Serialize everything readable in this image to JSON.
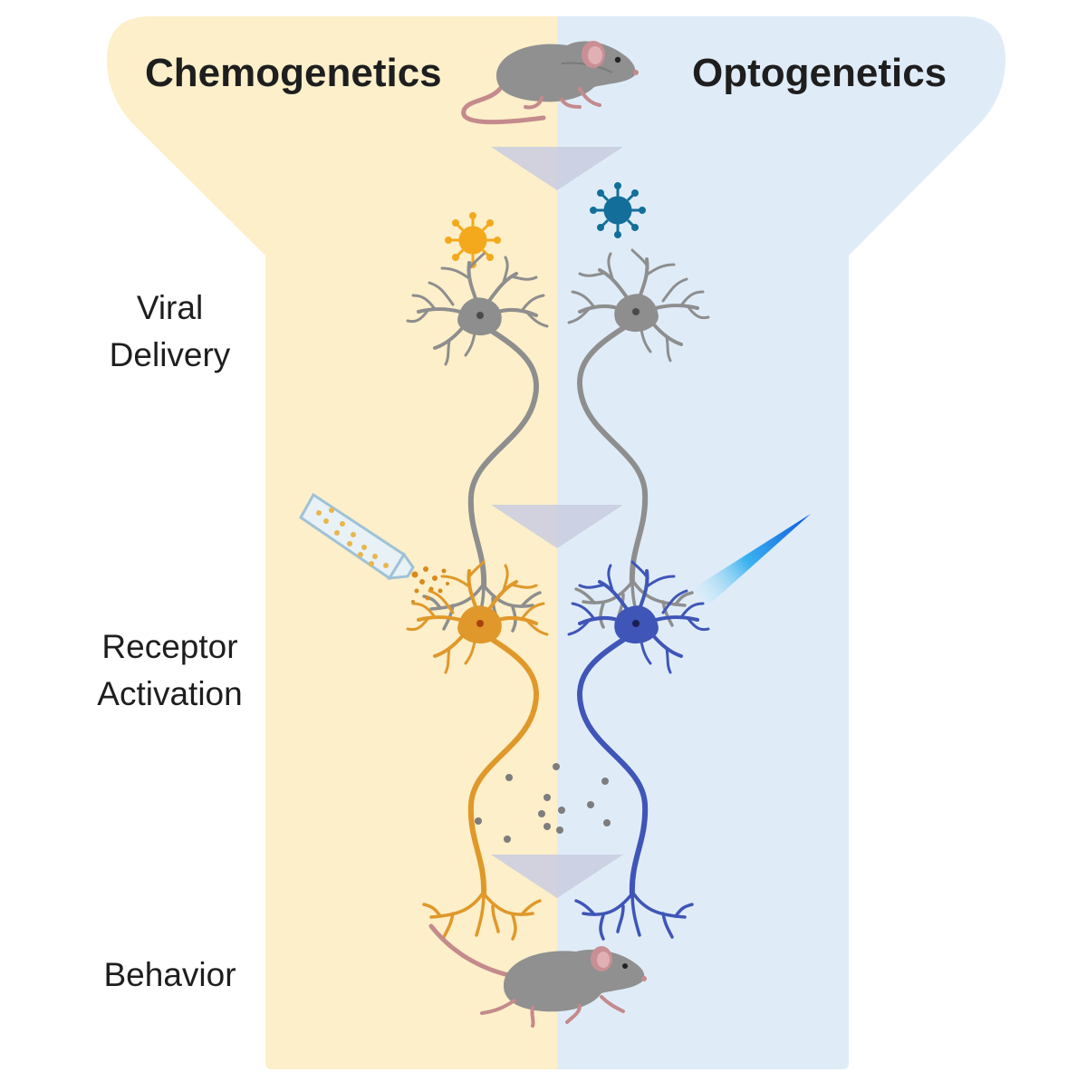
{
  "panels": {
    "left_title": "Chemogenetics",
    "right_title": "Optogenetics"
  },
  "steps": [
    {
      "line1": "Viral",
      "line2": "Delivery"
    },
    {
      "line1": "Receptor",
      "line2": "Activation"
    },
    {
      "line1": "Behavior",
      "line2": ""
    }
  ],
  "colors": {
    "chemogenetics_bg": "#fcefc9",
    "optogenetics_bg": "#dfecf8",
    "funnel_arrow": "#c9cde0",
    "neuron_unlabeled": "#8e8e8e",
    "neuron_chemo": "#e0982a",
    "neuron_opto": "#3f55b8",
    "virus_chemo": "#f4a81c",
    "virus_opto": "#136f9a",
    "light_beam": "#1e7be8",
    "mouse_body": "#909090",
    "mouse_tail": "#c48a8c"
  },
  "icons": [
    "mouse-icon",
    "virus-icon",
    "neuron-icon",
    "pipette-icon",
    "light-beam-icon",
    "neurotransmitter-dots-icon",
    "funnel-arrow-icon"
  ]
}
